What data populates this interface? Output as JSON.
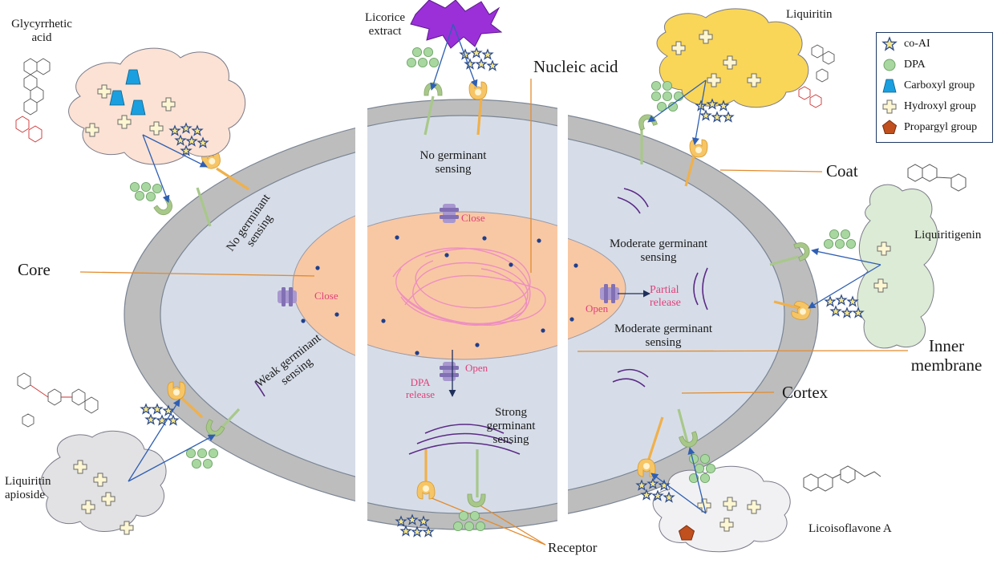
{
  "labels": {
    "glycyrrhetic": "Glycyrrhetic\nacid",
    "licorice_extract": "Licorice\nextract",
    "liquiritin": "Liquiritin",
    "nucleic_acid": "Nucleic acid",
    "coat": "Coat",
    "core": "Core",
    "liquiritigenin": "Liquiritigenin",
    "inner_membrane": "Inner\nmembrane",
    "cortex": "Cortex",
    "liquiritin_apioside": "Liquiritin\napioside",
    "receptor": "Receptor",
    "licoisoflavone": "Licoisoflavone A"
  },
  "sensing": {
    "left_no": "No germinant\nsensing",
    "left_weak": "Weak germinant\nsensing",
    "mid_no": "No germinant\nsensing",
    "mid_strong": "Strong\ngerminant\nsensing",
    "right_moderate_1": "Moderate germinant\nsensing",
    "right_moderate_2": "Moderate germinant\nsensing"
  },
  "channels": {
    "left_close": "Close",
    "mid_close": "Close",
    "mid_open": "Open",
    "right_open": "Open",
    "dpa_release": "DPA\nrelease",
    "partial_release": "Partial\nrelease"
  },
  "legend": [
    {
      "icon": "star",
      "label": "co-AI"
    },
    {
      "icon": "circle",
      "label": "DPA"
    },
    {
      "icon": "trapezoid",
      "label": "Carboxyl group"
    },
    {
      "icon": "cross",
      "label": "Hydroxyl group"
    },
    {
      "icon": "pentagon",
      "label": "Propargyl group"
    }
  ],
  "colors": {
    "coat": "#bdbdbd",
    "cortex": "#d6dde8",
    "core": "#f8c8a4",
    "leader_line": "#e38b2e",
    "arrow": "#2f5fb3",
    "germinant_arcs": "#5b2a86",
    "channel": "#8a77b8",
    "receptor_green": "#a8c88a",
    "receptor_orange": "#f0b04a",
    "dpa": "#a9d7a0",
    "star": "#2b4a8c",
    "carboxyl": "#1aa0e0",
    "propargyl": "#c0501e",
    "cloud_glycyrrhetic": "#fbe2d4",
    "cloud_liquiritin": "#f9d658",
    "cloud_liquiritigenin": "#dcebd5",
    "cloud_apioside": "#e2e2e4",
    "cloud_licoisoflavone": "#f1f1f3",
    "licorice_burst": "#9b30d9",
    "pink_text": "#e0407a"
  }
}
